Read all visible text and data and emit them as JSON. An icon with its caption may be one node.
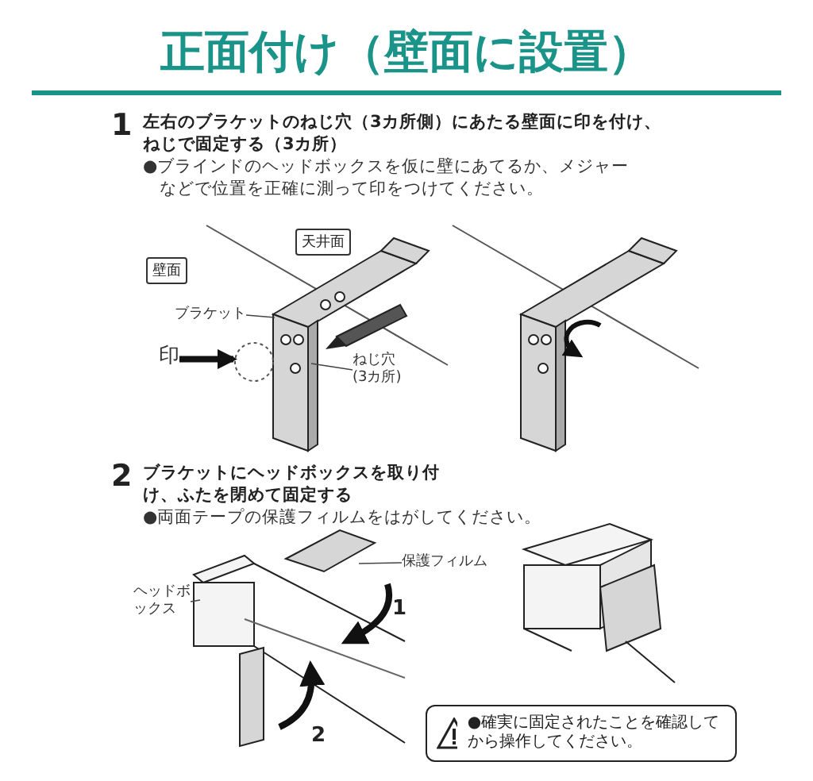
{
  "diagram": {
    "title": "正面付け（壁面に設置）",
    "nodes": [
      {
        "text": [
          "壁面"
        ]
      },
      {
        "text": [
          "天井面"
        ]
      },
      {
        "text": [
          "ブラケット"
        ]
      },
      {
        "text": [
          "ねじ穴(3カ所)"
        ]
      },
      {
        "text": [
          "印"
        ]
      },
      {
        "text": [],
        "shape": "circle"
      },
      {
        "text": [
          "ヘッドボックス"
        ]
      },
      {
        "text": [
          "保護フィルム"
        ]
      },
      {
        "text": [
          "●確実に固定されたことを確認してから操作してください。"
        ]
      }
    ],
    "edges": [
      {
        "from": 2,
        "to": null,
        "arrow": "none"
      },
      {
        "from": 3,
        "to": null,
        "arrow": "none"
      },
      {
        "from": 4,
        "to": 5,
        "arrow": "to",
        "style": "thick"
      },
      {
        "from": 6,
        "to": null,
        "arrow": "none"
      },
      {
        "from": 7,
        "to": null,
        "arrow": "none"
      }
    ],
    "labels": [
      "1",
      "左右のブラケットのねじ穴（3カ所側）にあたる壁面に印を付け、ねじで固定する（3カ所）",
      "●ブラインドのヘッドボックスを仮に壁にあてるか、メジャーなどで位置を正確に測って印をつけてください。",
      "2",
      "ブラケットにヘッドボックスを取り付け、ふたを閉めて固定する",
      "●両面テープの保護フィルムをはがしてください。",
      "1",
      "2"
    ]
  }
}
